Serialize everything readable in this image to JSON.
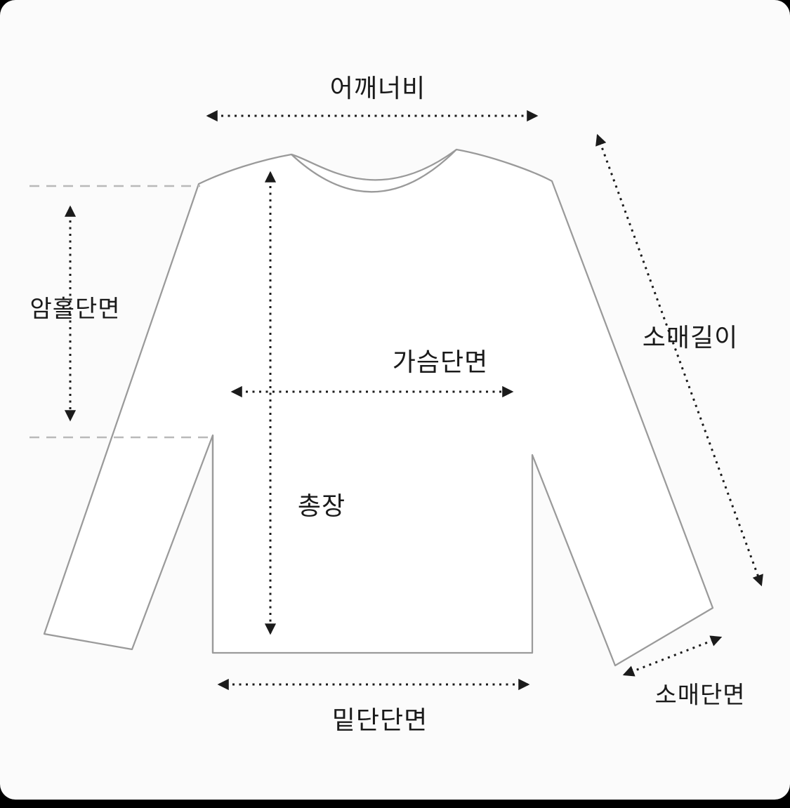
{
  "diagram": {
    "type": "garment-size-guide",
    "garment": "long-sleeve-top",
    "labels": {
      "shoulder_width": "어깨너비",
      "armhole": "암홀단면",
      "chest": "가슴단면",
      "total_length": "총장",
      "sleeve_length": "소매길이",
      "hem": "밑단단면",
      "sleeve_cuff": "소매단면"
    },
    "colors": {
      "background": "#fbfbfb",
      "frame": "#000000",
      "measure_line": "#1b1b1b",
      "guide_line": "#b9b9b9",
      "garment_outline": "#9a9a9a",
      "label_text": "#1a1a1a"
    }
  }
}
